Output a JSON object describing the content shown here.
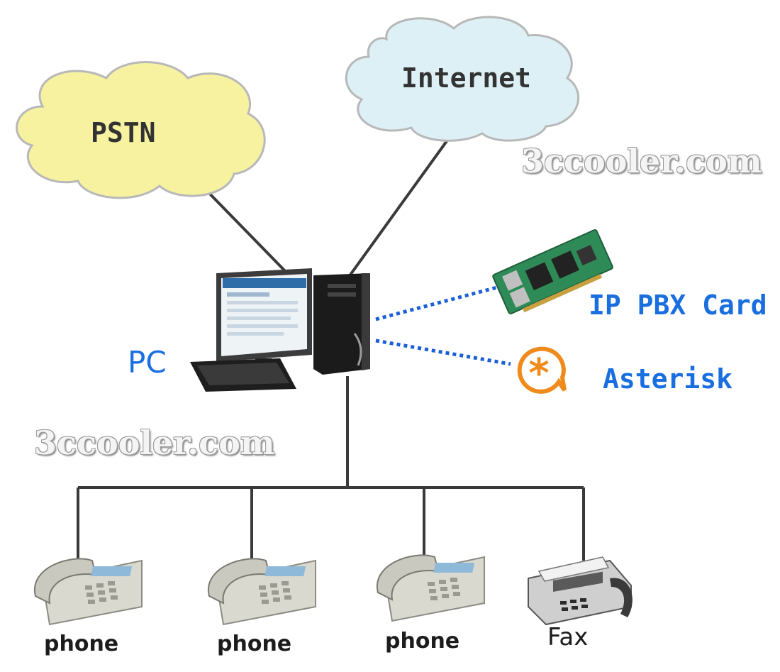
{
  "clouds": {
    "pstn": "PSTN",
    "internet": "Internet"
  },
  "pc_label": "PC",
  "ip_pbx_card_label": "IP PBX Card",
  "asterisk_label": "Asterisk",
  "devices": [
    {
      "label": "phone",
      "icon": "phone-icon"
    },
    {
      "label": "phone",
      "icon": "phone-icon"
    },
    {
      "label": "phone",
      "icon": "phone-icon"
    },
    {
      "label": "Fax",
      "icon": "fax-icon"
    }
  ],
  "watermarks": [
    "3ccooler.com",
    "3ccooler.com"
  ],
  "colors": {
    "pstn_cloud": "#f7f2a0",
    "internet_cloud": "#dcf0f6",
    "label_blue": "#1a6fe0",
    "dotted_link": "#1a5fd8",
    "asterisk_orange": "#f08a1c",
    "card_green": "#2e8b57"
  }
}
